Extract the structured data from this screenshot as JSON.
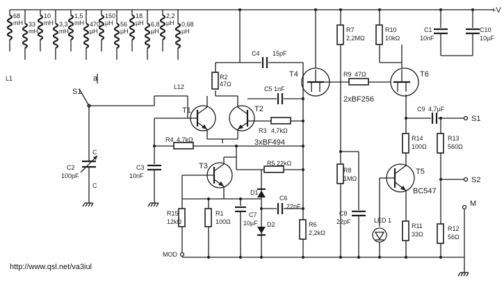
{
  "coils": [
    {
      "ref": "L1",
      "v": "68",
      "u": "mH"
    },
    {
      "v": "33",
      "u": "mH"
    },
    {
      "v": "10",
      "u": "mH"
    },
    {
      "v": "3,3",
      "u": "mH"
    },
    {
      "v": "1,5",
      "u": "mH"
    },
    {
      "v": "470",
      "u": "µH"
    },
    {
      "v": "150",
      "u": "µH"
    },
    {
      "v": "56",
      "u": "µH"
    },
    {
      "v": "18",
      "u": "µH"
    },
    {
      "v": "6,8",
      "u": "µH"
    },
    {
      "v": "2,2",
      "u": "µH"
    },
    {
      "ref": "L12",
      "v": "0,68",
      "u": "µH"
    }
  ],
  "labels": {
    "supply": "+V",
    "switch": "S1",
    "tap": "a",
    "t1": "T1",
    "t2": "T2",
    "t3": "T3",
    "t4": "T4",
    "t5": "T5",
    "t6": "T6",
    "t12_type": "3xBF494",
    "t46_type": "2xBF256",
    "t5_type": "BC547",
    "r1": "R1",
    "r1v": "100Ω",
    "r2": "R2",
    "r2v": "47Ω",
    "r3": "R3",
    "r3v": "4,7kΩ",
    "r4": "R4",
    "r4v": "4,7kΩ",
    "r5": "R5",
    "r5v": "22kΩ",
    "r6": "R6",
    "r6v": "2,2kΩ",
    "r7": "R7",
    "r7v": "2,2MΩ",
    "r8": "R8",
    "r8v": "1MΩ",
    "r9": "R9",
    "r9v": "47Ω",
    "r10": "R10",
    "r10v": "10kΩ",
    "r11": "R11",
    "r11v": "33Ω",
    "r12": "R12",
    "r12v": "56Ω",
    "r13": "R13",
    "r13v": "560Ω",
    "r14": "R14",
    "r14v": "100Ω",
    "r15": "R15",
    "r15v": "12kΩ",
    "c1": "C1",
    "c1v": "10nF",
    "c2": "C2",
    "c2v": "100pF",
    "c2_marker": "C",
    "c3": "C3",
    "c3v": "10nF",
    "c4": "C4",
    "c4v": "15pF",
    "c5": "C5",
    "c5v": "1nF",
    "c6": "C6",
    "c6v": "22nF",
    "c7": "C7",
    "c7v": "10µF",
    "c8": "C8",
    "c8v": "22pF",
    "c9": "C9",
    "c9v": "4,7µF",
    "c10": "C10",
    "c10v": "10µF",
    "d1": "D1",
    "d2": "D2",
    "led": "LED 1",
    "out_s1": "S1",
    "out_s2": "S2",
    "out_m": "M",
    "mod": "MOD"
  },
  "footer": {
    "url": "http://www.qsl.net/va3iul"
  }
}
